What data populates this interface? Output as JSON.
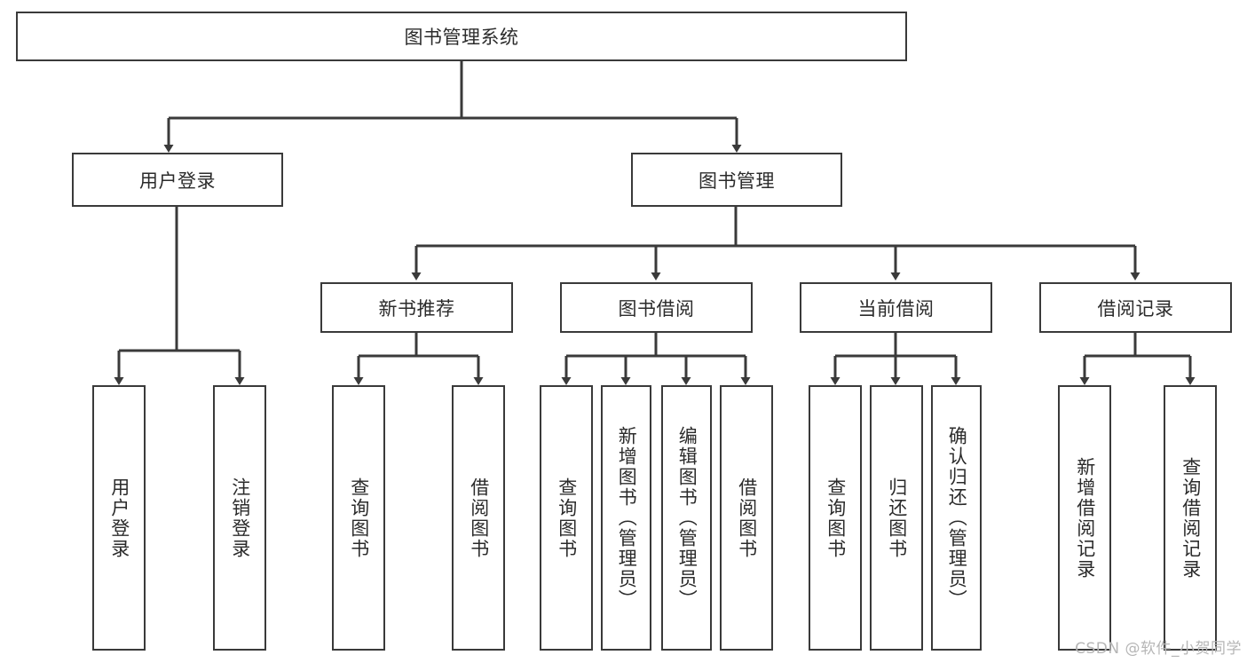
{
  "diagram": {
    "type": "tree-hierarchy",
    "title": "图书管理系统",
    "root": {
      "id": "root",
      "label": "图书管理系统"
    },
    "level2": [
      {
        "id": "user-login",
        "label": "用户登录"
      },
      {
        "id": "book-management",
        "label": "图书管理"
      }
    ],
    "level3": [
      {
        "id": "new-book-recommend",
        "label": "新书推荐",
        "parent": "book-management"
      },
      {
        "id": "book-borrow",
        "label": "图书借阅",
        "parent": "book-management"
      },
      {
        "id": "current-borrow",
        "label": "当前借阅",
        "parent": "book-management"
      },
      {
        "id": "borrow-record",
        "label": "借阅记录",
        "parent": "book-management"
      }
    ],
    "leaves": [
      {
        "id": "leaf-user-login",
        "label": "用户登录",
        "parent": "user-login"
      },
      {
        "id": "leaf-user-logout",
        "label": "注销登录",
        "parent": "user-login"
      },
      {
        "id": "leaf-query-book-1",
        "label": "查询图书",
        "parent": "new-book-recommend"
      },
      {
        "id": "leaf-borrow-book-1",
        "label": "借阅图书",
        "parent": "new-book-recommend"
      },
      {
        "id": "leaf-query-book-2",
        "label": "查询图书",
        "parent": "book-borrow"
      },
      {
        "id": "leaf-add-book",
        "label": "新增图书（管理员）",
        "parent": "book-borrow"
      },
      {
        "id": "leaf-edit-book",
        "label": "编辑图书（管理员）",
        "parent": "book-borrow"
      },
      {
        "id": "leaf-borrow-book-2",
        "label": "借阅图书",
        "parent": "book-borrow"
      },
      {
        "id": "leaf-query-book-3",
        "label": "查询图书",
        "parent": "current-borrow"
      },
      {
        "id": "leaf-return-book",
        "label": "归还图书",
        "parent": "current-borrow"
      },
      {
        "id": "leaf-confirm-return",
        "label": "确认归还（管理员）",
        "parent": "current-borrow"
      },
      {
        "id": "leaf-add-record",
        "label": "新增借阅记录",
        "parent": "borrow-record"
      },
      {
        "id": "leaf-query-record",
        "label": "查询借阅记录",
        "parent": "borrow-record"
      }
    ]
  },
  "watermark": {
    "text": "CSDN @软件_小贺同学"
  },
  "colors": {
    "stroke": "#3a3a3a",
    "text": "#2b2b2b",
    "background": "#ffffff",
    "watermark": "#b6b6b6"
  }
}
